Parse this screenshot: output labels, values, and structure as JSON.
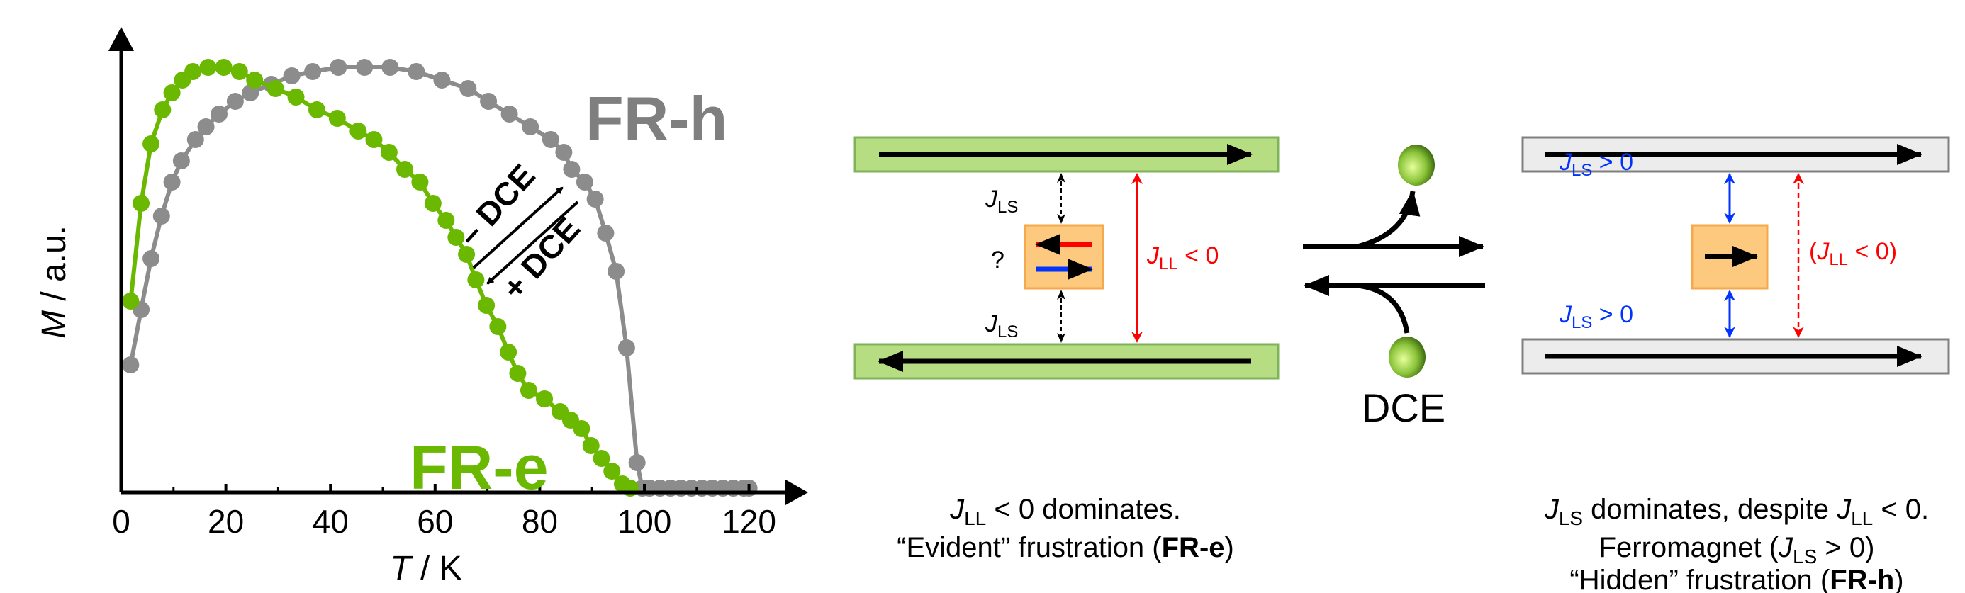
{
  "chart_data": {
    "type": "scatter",
    "title": "",
    "xlabel": {
      "sym": "T",
      "unit": " / K"
    },
    "ylabel": {
      "sym": "M",
      "unit": " / a.u."
    },
    "xlim": [
      0,
      120
    ],
    "ylim": [
      0,
      1
    ],
    "xticks": [
      "0",
      "20",
      "40",
      "60",
      "80",
      "100",
      "120"
    ],
    "grid": false,
    "series": [
      {
        "name": "FR-h",
        "color": "#8c8c8c",
        "points": [
          [
            1.8,
            0.3
          ],
          [
            3.8,
            0.43
          ],
          [
            5.7,
            0.55
          ],
          [
            7.7,
            0.65
          ],
          [
            9.7,
            0.73
          ],
          [
            11.5,
            0.78
          ],
          [
            14.2,
            0.83
          ],
          [
            16.2,
            0.86
          ],
          [
            18.7,
            0.89
          ],
          [
            21.8,
            0.92
          ],
          [
            24.7,
            0.94
          ],
          [
            28.7,
            0.96
          ],
          [
            32.6,
            0.98
          ],
          [
            36.6,
            0.99
          ],
          [
            41.5,
            1.0
          ],
          [
            46.5,
            1.0
          ],
          [
            51.4,
            1.0
          ],
          [
            56.4,
            0.99
          ],
          [
            61.3,
            0.97
          ],
          [
            66.3,
            0.95
          ],
          [
            70.2,
            0.92
          ],
          [
            74.2,
            0.89
          ],
          [
            78.2,
            0.86
          ],
          [
            82.1,
            0.83
          ],
          [
            84.6,
            0.8
          ],
          [
            86.1,
            0.76
          ],
          [
            88.6,
            0.73
          ],
          [
            90.6,
            0.69
          ],
          [
            92.6,
            0.61
          ],
          [
            94.6,
            0.52
          ],
          [
            96.6,
            0.34
          ],
          [
            98.6,
            0.07
          ],
          [
            99.6,
            0.01
          ],
          [
            101,
            0.01
          ],
          [
            103,
            0.01
          ],
          [
            105,
            0.01
          ],
          [
            107,
            0.01
          ],
          [
            109,
            0.01
          ],
          [
            111,
            0.01
          ],
          [
            113,
            0.01
          ],
          [
            115,
            0.01
          ],
          [
            117,
            0.01
          ],
          [
            119,
            0.01
          ],
          [
            120,
            0.01
          ]
        ]
      },
      {
        "name": "FR-e",
        "color": "#6ab800",
        "points": [
          [
            1.8,
            0.45
          ],
          [
            3.8,
            0.68
          ],
          [
            5.7,
            0.82
          ],
          [
            7.9,
            0.9
          ],
          [
            9.7,
            0.94
          ],
          [
            11.7,
            0.97
          ],
          [
            13.7,
            0.99
          ],
          [
            16.6,
            1.0
          ],
          [
            19.6,
            1.0
          ],
          [
            22.6,
            0.99
          ],
          [
            25.5,
            0.97
          ],
          [
            29.5,
            0.95
          ],
          [
            33.4,
            0.93
          ],
          [
            37.4,
            0.9
          ],
          [
            41.3,
            0.88
          ],
          [
            45.3,
            0.85
          ],
          [
            48.3,
            0.83
          ],
          [
            51.2,
            0.8
          ],
          [
            54.2,
            0.76
          ],
          [
            57.1,
            0.73
          ],
          [
            59.6,
            0.68
          ],
          [
            62.1,
            0.64
          ],
          [
            64.0,
            0.6
          ],
          [
            66.0,
            0.56
          ],
          [
            67.8,
            0.5
          ],
          [
            69.8,
            0.44
          ],
          [
            72.0,
            0.39
          ],
          [
            74.0,
            0.33
          ],
          [
            75.8,
            0.28
          ],
          [
            77.9,
            0.24
          ],
          [
            80.9,
            0.22
          ],
          [
            83.9,
            0.19
          ],
          [
            85.9,
            0.17
          ],
          [
            88.0,
            0.15
          ],
          [
            89.8,
            0.11
          ],
          [
            91.8,
            0.08
          ],
          [
            93.8,
            0.05
          ],
          [
            95.8,
            0.02
          ],
          [
            97.3,
            0.01
          ]
        ]
      }
    ],
    "annotations": {
      "minus_dce": "– DCE",
      "plus_dce": "+ DCE"
    }
  },
  "schematic": {
    "left": {
      "j_ls_top": {
        "sym": "J",
        "sub": "LS"
      },
      "j_ls_bottom": {
        "sym": "J",
        "sub": "LS"
      },
      "question": "?",
      "j_ll": {
        "sym": "J",
        "sub": "LL",
        "rest": " < 0"
      },
      "caption1": {
        "sym": "J",
        "sub": "LL",
        "rest": " < 0 dominates."
      },
      "caption2": {
        "pre": "“Evident” frustration (",
        "bold": "FR-e",
        "post": ")"
      }
    },
    "center": {
      "label": "DCE"
    },
    "right": {
      "j_ls_top": {
        "sym": "J",
        "sub": "LS",
        "rest": " > 0"
      },
      "j_ls_bottom": {
        "sym": "J",
        "sub": "LS",
        "rest": " > 0"
      },
      "j_ll": {
        "pre": "(",
        "sym": "J",
        "sub": "LL",
        "rest": " < 0)"
      },
      "caption1": {
        "sym": "J",
        "sub": "LS",
        "mid": " dominates, despite ",
        "sym2": "J",
        "sub2": "LL",
        "rest": " < 0."
      },
      "caption2": {
        "pre": "Ferromagnet (",
        "sym": "J",
        "sub": "LS",
        "rest": " > 0)"
      },
      "caption3": {
        "pre": "“Hidden” frustration (",
        "bold": "FR-h",
        "post": ")"
      }
    },
    "colors": {
      "green_bar": "#b7dd82",
      "grey_bar": "#ececec",
      "box": "#fcc97f",
      "red": "#ff0000",
      "blue": "#0033ff"
    }
  },
  "labels": {
    "fr_h": "FR-h",
    "fr_e": "FR-e"
  }
}
